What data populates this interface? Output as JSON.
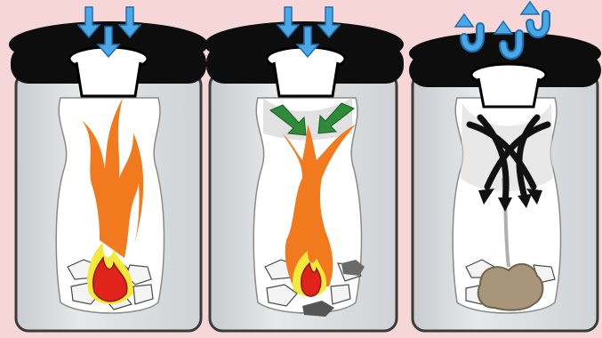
{
  "colors": {
    "background": "#f6d6d6",
    "jar_glass": "#dcdfe2",
    "jar_outline": "#3a3a3a",
    "lid": "#0d0d0d",
    "air_in_arrow": "#4aa8e8",
    "side_arrow": "#2f8a3a",
    "flame_outer": "#f07a1d",
    "flame_inner": "#e0241b",
    "flame_glow": "#f4e83a",
    "ash": "#a8957a",
    "soot": "#8d8d8d",
    "exhaust_arrow": "#111111"
  },
  "panels": [
    {
      "stage": "air-flowing-in",
      "air_flow": "down",
      "fire_level": "large"
    },
    {
      "stage": "oxygen-depleting",
      "air_flow": "down",
      "fire_level": "small"
    },
    {
      "stage": "fire-extinguished",
      "air_flow": "up",
      "fire_level": "out"
    }
  ],
  "icons": [
    "down-arrow-icon",
    "green-arrow-icon",
    "u-turn-arrow-icon",
    "black-arrow-icon"
  ]
}
